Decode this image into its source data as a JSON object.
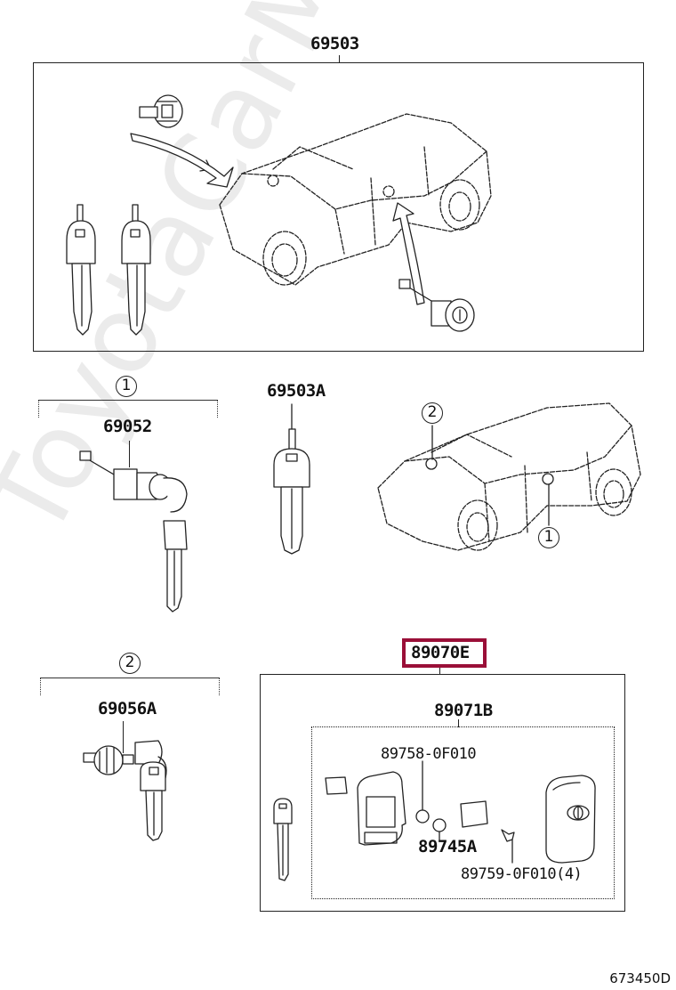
{
  "diagram": {
    "watermark": "ToyotaCarMine.ru",
    "figure_code": "673450D",
    "highlight_color": "#9a0f38",
    "sections": {
      "top_set": {
        "part_number": "69503",
        "contents": [
          "ignition key cylinder",
          "door lock cylinder",
          "key",
          "key"
        ]
      },
      "group_1": {
        "callout": "1",
        "part_number": "69052",
        "description": "door lock cylinder with keys"
      },
      "blank_key": {
        "part_number": "69503A"
      },
      "group_2": {
        "callout": "2",
        "part_number": "69056A",
        "description": "hood lock cylinder with keys"
      },
      "vehicle_callouts": [
        "2",
        "1"
      ],
      "transmitter_set": {
        "part_number": "89070E",
        "highlighted": true,
        "sub_assembly": {
          "part_number": "89071B",
          "parts": [
            {
              "part_number": "89758-0F010"
            },
            {
              "part_number": "89745A"
            },
            {
              "part_number": "89759-0F010(4)"
            }
          ]
        }
      }
    }
  }
}
